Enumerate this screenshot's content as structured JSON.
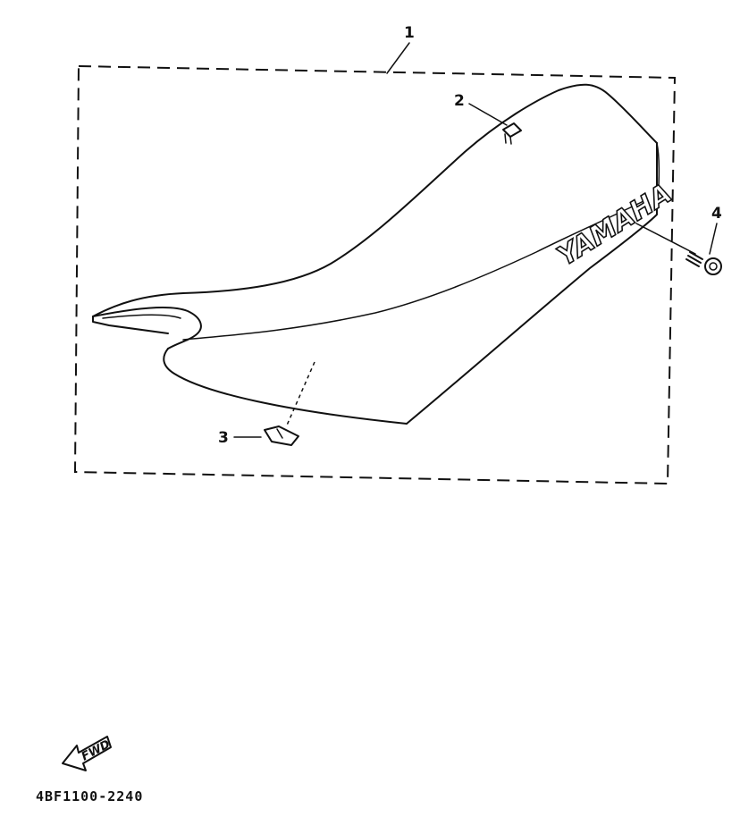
{
  "callouts": {
    "part1": "1",
    "part2": "2",
    "part3": "3",
    "part4": "4"
  },
  "seat": {
    "brand_text": "YAMAHA"
  },
  "fwd_label": "FWD",
  "diagram_number": "4BF1100-2240",
  "colors": {
    "line": "#111111",
    "background": "#ffffff"
  }
}
